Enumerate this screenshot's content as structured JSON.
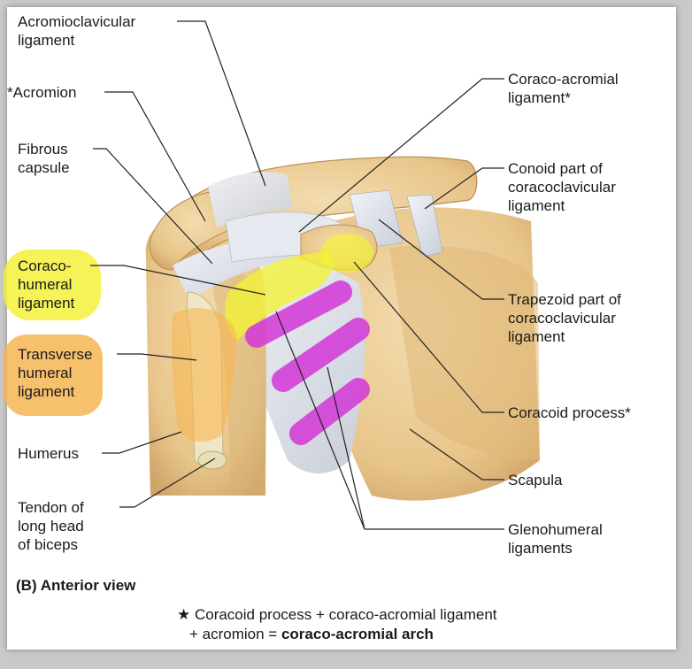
{
  "labels": {
    "acromioclavicular": [
      "Acromioclavicular",
      "ligament"
    ],
    "acromion": [
      "*Acromion"
    ],
    "fibrous_capsule": [
      "Fibrous",
      "capsule"
    ],
    "coracohumeral": [
      "Coraco-",
      "humeral",
      "ligament"
    ],
    "transverse_humeral": [
      "Transverse",
      "humeral",
      "ligament"
    ],
    "humerus": [
      "Humerus"
    ],
    "biceps_tendon": [
      "Tendon of",
      "long head",
      "of biceps"
    ],
    "coracoacromial": [
      "Coraco-acromial",
      "ligament*"
    ],
    "conoid": [
      "Conoid part of",
      "coracoclavicular",
      "ligament"
    ],
    "trapezoid": [
      "Trapezoid part of",
      "coracoclavicular",
      "ligament"
    ],
    "coracoid_process": [
      "Coracoid process*"
    ],
    "scapula": [
      "Scapula"
    ],
    "glenohumeral": [
      "Glenohumeral",
      "ligaments"
    ]
  },
  "caption": "(B) Anterior view",
  "note": {
    "line1": "★ Coracoid process + coraco-acromial ligament",
    "line2_prefix": "+ acromion = ",
    "line2_bold": "coraco-acromial arch"
  },
  "colors": {
    "bone": "#e9c98a",
    "bone_shade": "#c9a064",
    "ligament": "#dfe3ea",
    "highlight_yellow": "#f3f13a",
    "highlight_orange": "#f6b552",
    "highlight_magenta": "#d437d8"
  }
}
